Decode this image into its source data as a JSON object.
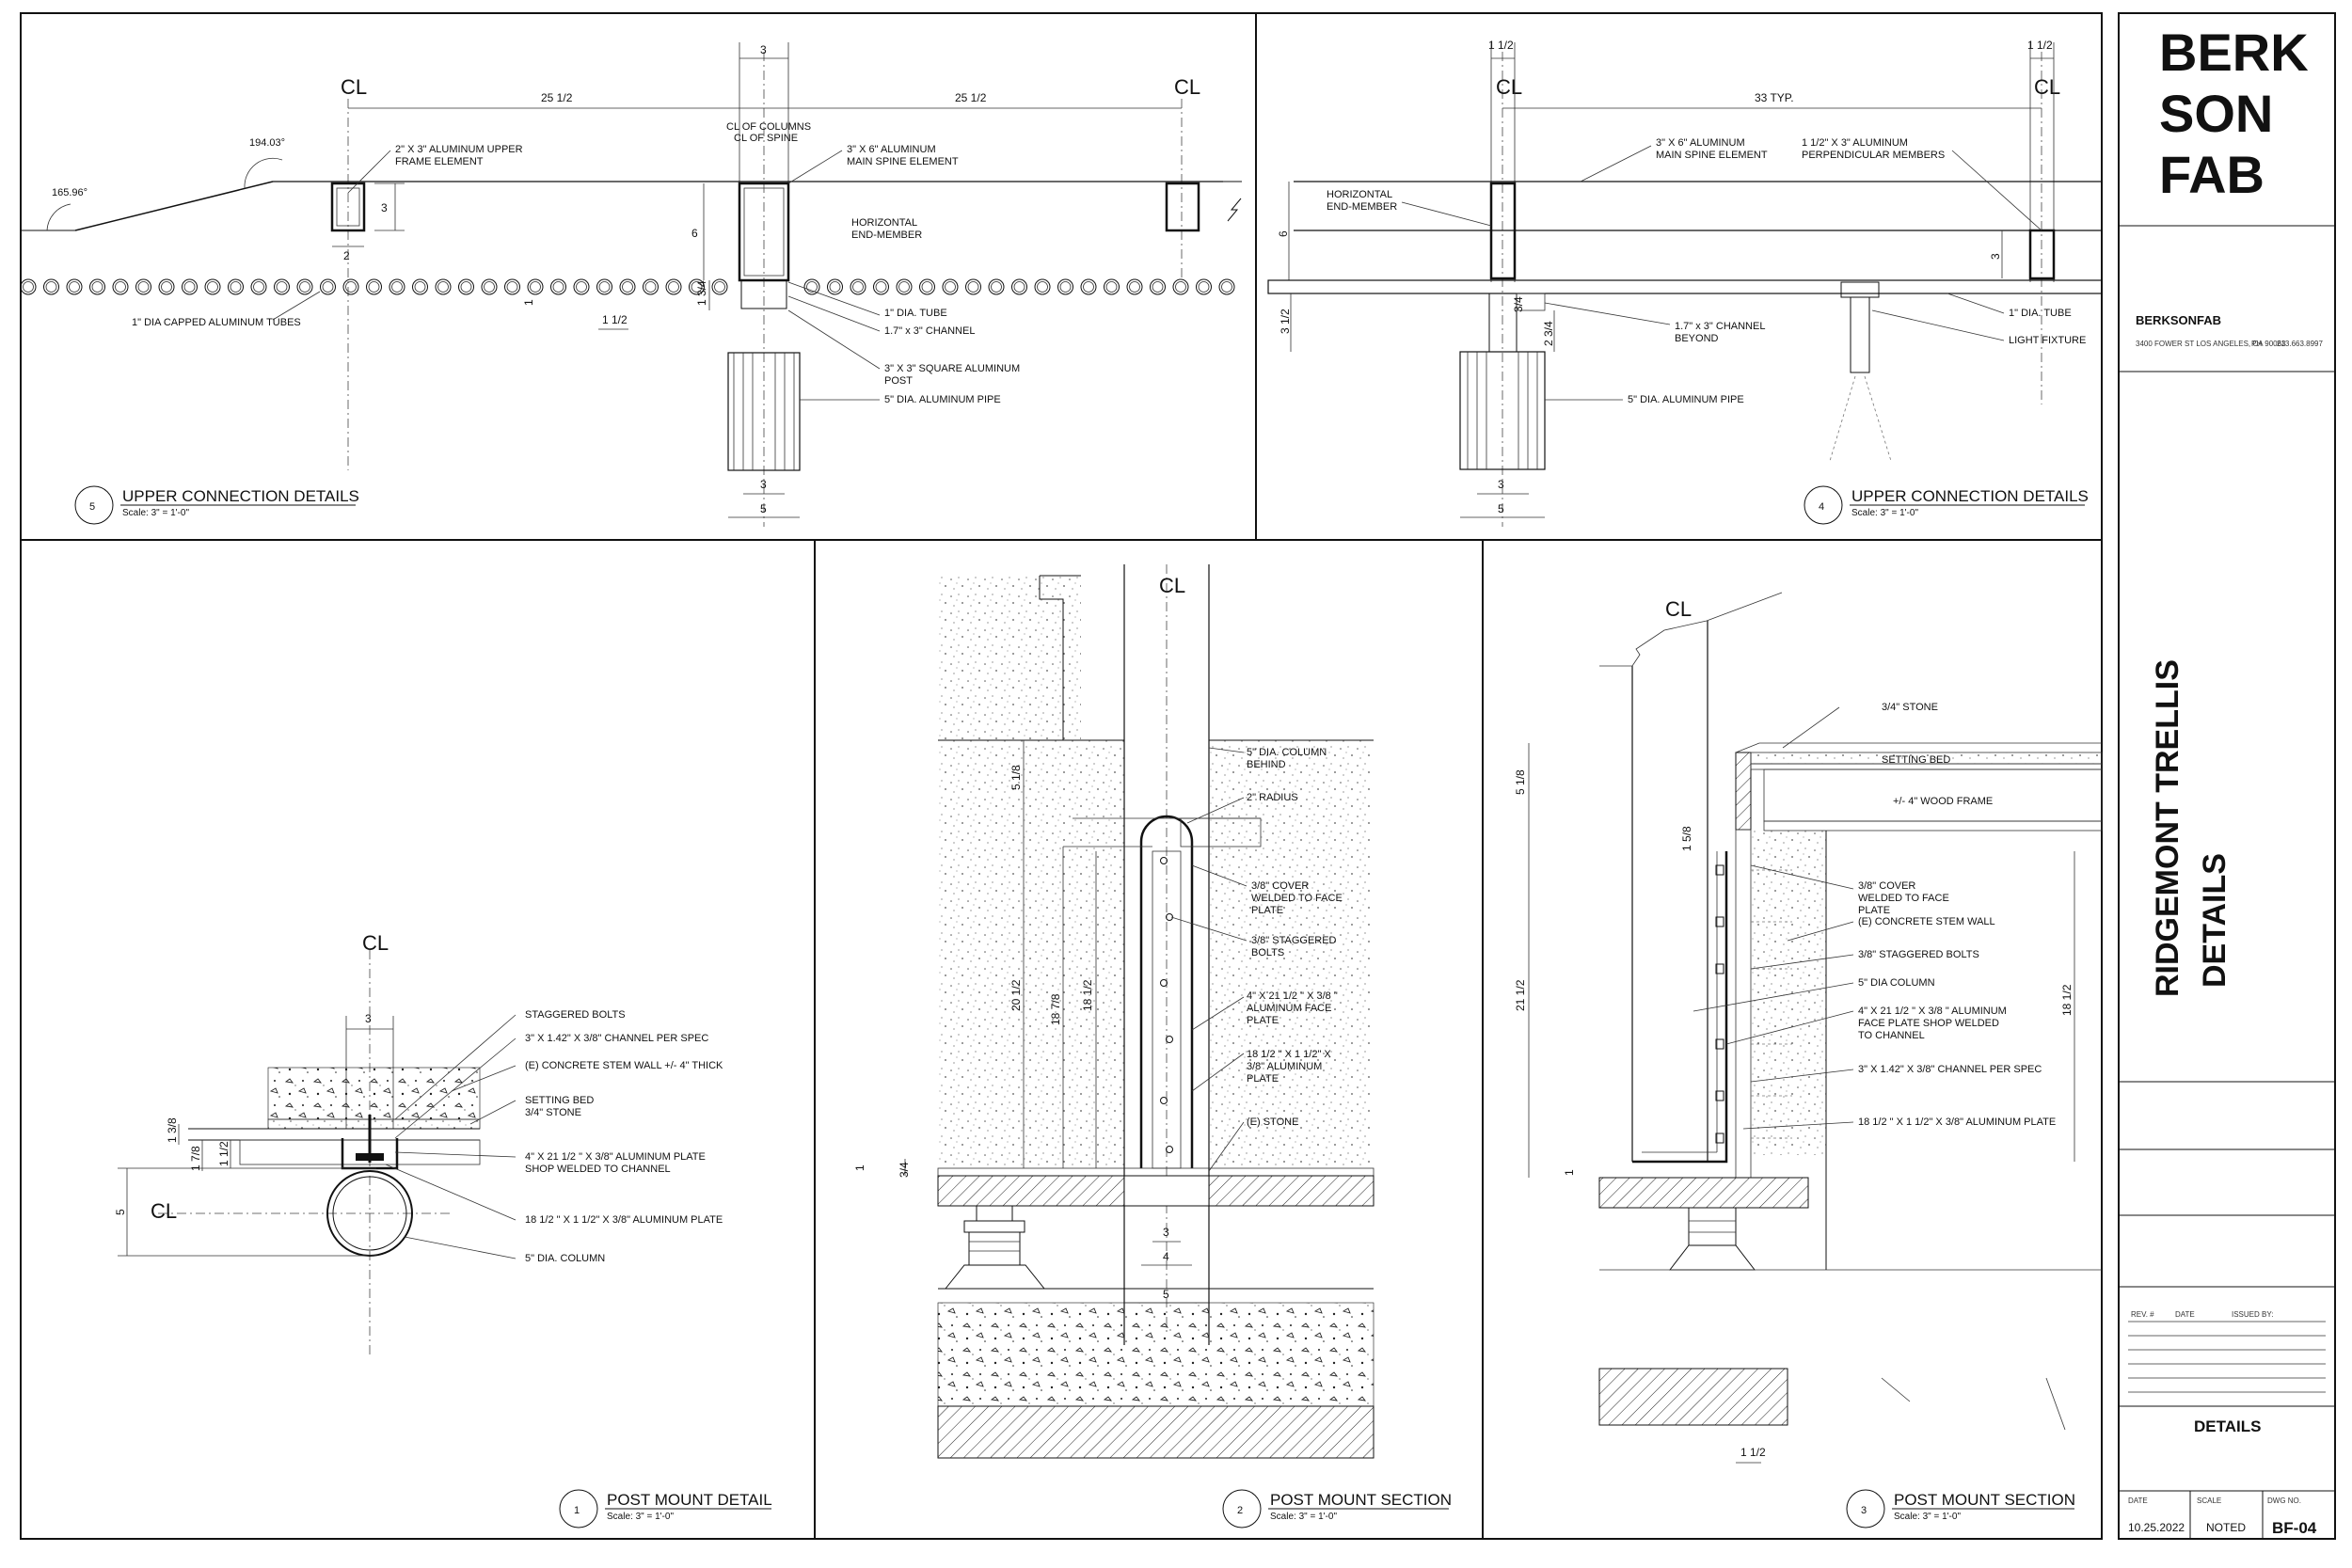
{
  "title_block": {
    "logo_lines": [
      "BERK",
      "SON",
      "FAB"
    ],
    "company": "BERKSONFAB",
    "address": "3400 FOWER ST LOS ANGELES, CA 90063",
    "phone_label": "PH",
    "phone": "213.663.8997",
    "project_title_line1": "RIDGEMONT TRELLIS",
    "project_title_line2": "DETAILS",
    "rev_headers": {
      "rev": "REV. #",
      "date": "DATE",
      "issued": "ISSUED BY:"
    },
    "sheet_name": "DETAILS",
    "date_label": "DATE",
    "date": "10.25.2022",
    "scale_label": "SCALE",
    "scale": "NOTED",
    "dwg_label": "DWG NO.",
    "dwg_no": "BF-04"
  },
  "colors": {
    "line": "#111111",
    "hatch": "#222222",
    "background": "#ffffff"
  },
  "common": {
    "centerline": "CL",
    "scale_note": "Scale: 3\" = 1'-0\""
  },
  "detail5": {
    "number": "5",
    "title": "UPPER CONNECTION DETAILS",
    "angle1": "165.96°",
    "angle2": "194.03°",
    "dim_25a": "25 1/2",
    "dim_25b": "25 1/2",
    "dim_top3": "3",
    "dim_3": "3",
    "dim_2": "2",
    "dim_6": "6",
    "dim_1a": "1",
    "dim_134": "1 3/4",
    "dim_112": "1 1/2",
    "dim_bot3": "3",
    "dim_bot5": "5",
    "labels": {
      "upper_frame": "2\" X 3\" ALUMINUM UPPER",
      "upper_frame2": "FRAME ELEMENT",
      "cl_columns": "CL OF COLUMNS",
      "cl_spine": "CL OF SPINE",
      "spine": "3\" X 6\" ALUMINUM",
      "spine2": "MAIN SPINE ELEMENT",
      "horizontal": "HORIZONTAL",
      "horizontal2": "END-MEMBER",
      "tubes": "1\" DIA CAPPED ALUMINUM TUBES",
      "tube": "1\" DIA. TUBE",
      "channel": "1.7\" x 3\" CHANNEL",
      "post": "3\" X 3\" SQUARE ALUMINUM",
      "post2": "POST",
      "pipe": "5\" DIA. ALUMINUM PIPE"
    }
  },
  "detail4": {
    "number": "4",
    "title": "UPPER CONNECTION DETAILS",
    "dim_112a": "1 1/2",
    "dim_112b": "1 1/2",
    "dim_33": "33 TYP.",
    "dim_6": "6",
    "dim_3": "3",
    "dim_312": "3 1/2",
    "dim_34": "3/4",
    "dim_234": "2 3/4",
    "dim_bot3": "3",
    "dim_bot5": "5",
    "labels": {
      "spine": "3\" X 6\" ALUMINUM",
      "spine2": "MAIN SPINE ELEMENT",
      "perp": "1 1/2\" X 3\" ALUMINUM",
      "perp2": "PERPENDICULAR MEMBERS",
      "horizontal": "HORIZONTAL",
      "horizontal2": "END-MEMBER",
      "tube": "1\" DIA. TUBE",
      "light": "LIGHT FIXTURE",
      "channel": "1.7\" x 3\" CHANNEL",
      "channel2": "BEYOND",
      "pipe": "5\" DIA. ALUMINUM PIPE"
    }
  },
  "detail1": {
    "number": "1",
    "title": "POST MOUNT DETAIL",
    "dim_3": "3",
    "dim_138": "1 3/8",
    "dim_178": "1 7/8",
    "dim_112": "1 1/2",
    "dim_5": "5",
    "labels": {
      "bolts": "STAGGERED BOLTS",
      "channel": "3\" X 1.42\" X 3/8\" CHANNEL PER SPEC",
      "stem": "(E) CONCRETE STEM WALL +/- 4\" THICK",
      "setting": "SETTING BED",
      "stone": "3/4\" STONE",
      "plate": "4\" X 21 1/2 \" X 3/8\" ALUMINUM PLATE",
      "plate2": "SHOP WELDED TO CHANNEL",
      "alplate": "18 1/2 \" X 1 1/2\" X 3/8\" ALUMINUM PLATE",
      "column": "5\" DIA. COLUMN"
    }
  },
  "detail2": {
    "number": "2",
    "title": "POST MOUNT SECTION",
    "dim_518": "5 1/8",
    "dim_2012": "20 1/2",
    "dim_1878": "18 7/8",
    "dim_1812": "18 1/2",
    "dim_1": "1",
    "dim_34": "3/4",
    "dim_3": "3",
    "dim_4": "4",
    "dim_5": "5",
    "labels": {
      "column": "5\" DIA. COLUMN",
      "column2": "BEHIND",
      "radius": "2\" RADIUS",
      "cover": "3/8\" COVER",
      "cover2": "WELDED TO FACE",
      "cover3": "PLATE",
      "bolts": "3/8\" STAGGERED",
      "bolts2": "BOLTS",
      "face": "4\" X 21 1/2 \" X 3/8 \"",
      "face2": "ALUMINUM FACE",
      "face3": "PLATE",
      "alplate": "18 1/2 \" X 1 1/2\" X",
      "alplate2": "3/8\" ALUMINUM",
      "alplate3": "PLATE",
      "stone": "(E) STONE"
    }
  },
  "detail3": {
    "number": "3",
    "title": "POST MOUNT SECTION",
    "dim_518": "5 1/8",
    "dim_158": "1 5/8",
    "dim_2112": "21 1/2",
    "dim_1812": "18 1/2",
    "dim_1": "1",
    "dim_112": "1 1/2",
    "labels": {
      "stone": "3/4\" STONE",
      "setting": "SETTING BED",
      "wood": "+/- 4\" WOOD FRAME",
      "cover": "3/8\" COVER",
      "cover2": "WELDED TO FACE",
      "cover3": "PLATE",
      "stem": "(E) CONCRETE STEM WALL",
      "bolts": "3/8\" STAGGERED BOLTS",
      "column": "5\" DIA COLUMN",
      "face": "4\" X 21 1/2 \" X 3/8 \" ALUMINUM",
      "face2": "FACE PLATE SHOP WELDED",
      "face3": "TO CHANNEL",
      "channel": "3\" X 1.42\" X 3/8\" CHANNEL PER SPEC",
      "alplate": "18 1/2 \" X 1 1/2\" X 3/8\" ALUMINUM PLATE"
    }
  }
}
